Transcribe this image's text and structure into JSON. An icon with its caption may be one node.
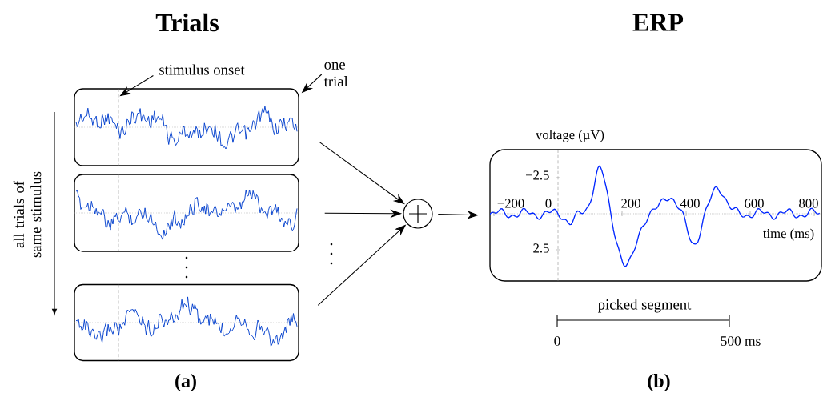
{
  "diagram": {
    "nodes": [
      {
        "text": [],
        "shape": "box"
      },
      {
        "text": [],
        "shape": "box"
      },
      {
        "text": [],
        "shape": "box"
      },
      {
        "text": [],
        "shape": "circle"
      },
      {
        "text": [
          "voltage (µV)",
          "−2.5",
          "2.5",
          "−200",
          "0",
          "200",
          "400",
          "600",
          "800",
          "time (ms)"
        ]
      },
      {
        "text": [
          "stimulus onset"
        ]
      },
      {
        "text": [
          "one trial"
        ]
      }
    ],
    "edges": [
      {
        "from": 0,
        "to": 3,
        "arrow": "to"
      },
      {
        "from": 1,
        "to": 3,
        "arrow": "to"
      },
      {
        "from": 2,
        "to": 3,
        "arrow": "to"
      },
      {
        "from": 3,
        "to": 4,
        "arrow": "to"
      },
      {
        "from": 5,
        "to": 0,
        "arrow": "to"
      },
      {
        "from": 6,
        "to": 0,
        "arrow": "to"
      }
    ],
    "labels": [
      "Trials",
      "ERP",
      "all trials of same stimulus",
      "picked segment",
      "0",
      "500 ms",
      "(a)",
      "(b)"
    ]
  }
}
